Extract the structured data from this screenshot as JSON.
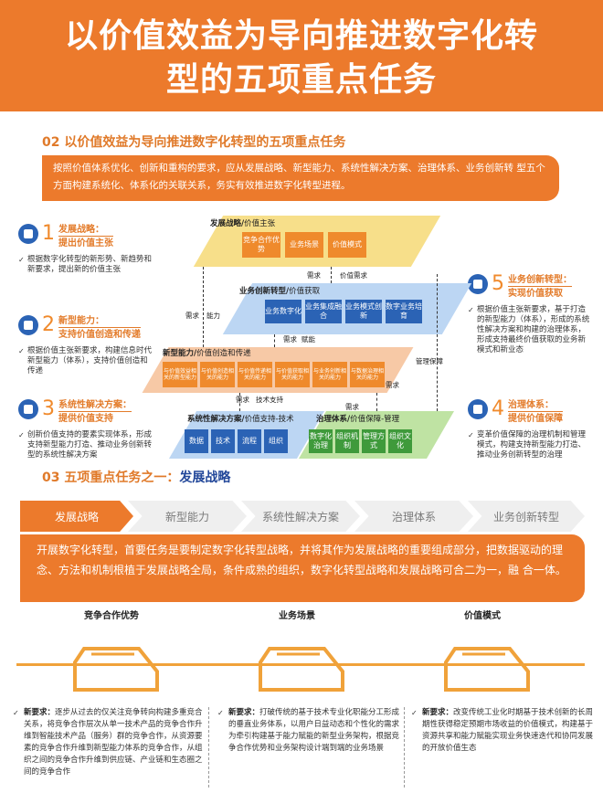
{
  "hero": {
    "line1": "以价值效益为导向推进数字化转",
    "line2": "型的五项重点任务"
  },
  "section2": {
    "prefix": "02 以价值效益为导向推进数字化转型的五项重点任务"
  },
  "intro": "按照价值体系优化、创新和重构的要求，应从发展战略、新型能力、系统性解决方案、治理体系、业务创新转 型五个方面构建系统化、体系化的关联关系，务实有效推进数字化转型进程。",
  "left_items": [
    {
      "num": "1",
      "l1": "发展战略：",
      "l2": "提出价值主张",
      "desc": "根据数字化转型的新形势、新趋势和新要求，提出新的价值主张"
    },
    {
      "num": "2",
      "l1": "新型能力：",
      "l2": "支持价值创造和传递",
      "desc": "根据价值主张新要求，构建信息时代新型能力（体系），支持价值创造和传递"
    },
    {
      "num": "3",
      "l1": "系统性解决方案：",
      "l2": "提供价值支持",
      "desc": "创新价值支持的要素实现体系，形成支持新型能力打造、推动业务创新转型的系统性解决方案"
    }
  ],
  "right_items": [
    {
      "num": "5",
      "l1": "业务创新转型：",
      "l2": "实现价值获取",
      "desc": "根据价值主张新要求，基于打造的新型能力（体系），形成的系统性解决方案和构建的治理体系，形成支持最终价值获取的业务新模式和新业态"
    },
    {
      "num": "4",
      "l1": "治理体系：",
      "l2": "提供价值保障",
      "desc": "变革价值保障的治理机制和管理模式，构建支持新型能力打造、推动业务创新转型的治理"
    }
  ],
  "diagram": {
    "p1": {
      "title": "发展战略/",
      "sub": "价值主张",
      "boxes": [
        "竞争合作优势",
        "业务场景",
        "价值模式"
      ]
    },
    "p2": {
      "title": "业务创新转型/",
      "sub": "价值获取",
      "boxes": [
        "业务数字化",
        "业务集成融合",
        "业务模式创新",
        "数字业务培育"
      ]
    },
    "p3": {
      "title": "新型能力/",
      "sub": "价值创造和传递",
      "boxes": [
        "与价值效益相关的新型能力",
        "与价值创造相关的能力",
        "与价值传递相关的能力",
        "与价值获取相关的能力",
        "与业务创新相关的能力",
        "与数据治理相关的能力"
      ]
    },
    "p4": {
      "title": "系统性解决方案/",
      "sub": "价值支持-技术",
      "boxes": [
        "数据",
        "技术",
        "流程",
        "组织"
      ]
    },
    "p5": {
      "title": "治理体系/",
      "sub": "价值保障-管理",
      "boxes": [
        "数字化治理",
        "组织机制",
        "管理方式",
        "组织文化"
      ]
    },
    "labels": {
      "need": "需求",
      "ability": "能力",
      "value_need": "价值需求",
      "need2": "需求",
      "enable": "赋能",
      "need3": "需求",
      "need4": "需求",
      "tech_support": "技术支持",
      "mgmt": "管理保障",
      "need5": "需求",
      "need6": "需求"
    }
  },
  "section3": {
    "prefix": "03 五项重点任务之一：",
    "em": "发展战略"
  },
  "tabs": [
    "发展战略",
    "新型能力",
    "系统性解决方案",
    "治理体系",
    "业务创新转型"
  ],
  "strategy_text": "开展数字化转型，首要任务是要制定数字化转型战略，并将其作为发展战略的重要组成部分，把数据驱动的理念、方法和机制根植于发展战略全局，条件成熟的组织，数字化转型战略和发展战略可合二为一，融 合一体。",
  "visuals": [
    "竞争合作优势",
    "业务场景",
    "价值模式"
  ],
  "requirements": [
    {
      "label": "新要求：",
      "text": "逐步从过去的仅关注竞争转向构建多重竞合关系，将竞争合作层次从单一技术产品的竞争合作升维到智能技术产品（服务）群的竞争合作，从资源要素的竞争合作升维到新型能力体系的竞争合作，从组织之间的竞争合作升维到供应链、产业链和生态圈之间的竞争合作"
    },
    {
      "label": "新要求：",
      "text": "打破传统的基于技术专业化职能分工形成的垂直业务体系，以用户日益动态和个性化的需求为牵引构建基于能力赋能的新型业务架构，根据竞争合作优势和业务架构设计端到端的业务场景"
    },
    {
      "label": "新要求：",
      "text": "改变传统工业化时期基于技术创新的长周期性获得稳定预期市场收益的价值模式，构建基于资源共享和能力赋能实现业务快速迭代和协同发展的开放价值生态"
    }
  ],
  "colors": {
    "orange": "#ec7a2c",
    "blue": "#2b63b5",
    "yellow": "#f7df8a",
    "lightblue": "#bcd6f3",
    "peach": "#f7c9a6",
    "green": "#bfe3a3"
  }
}
